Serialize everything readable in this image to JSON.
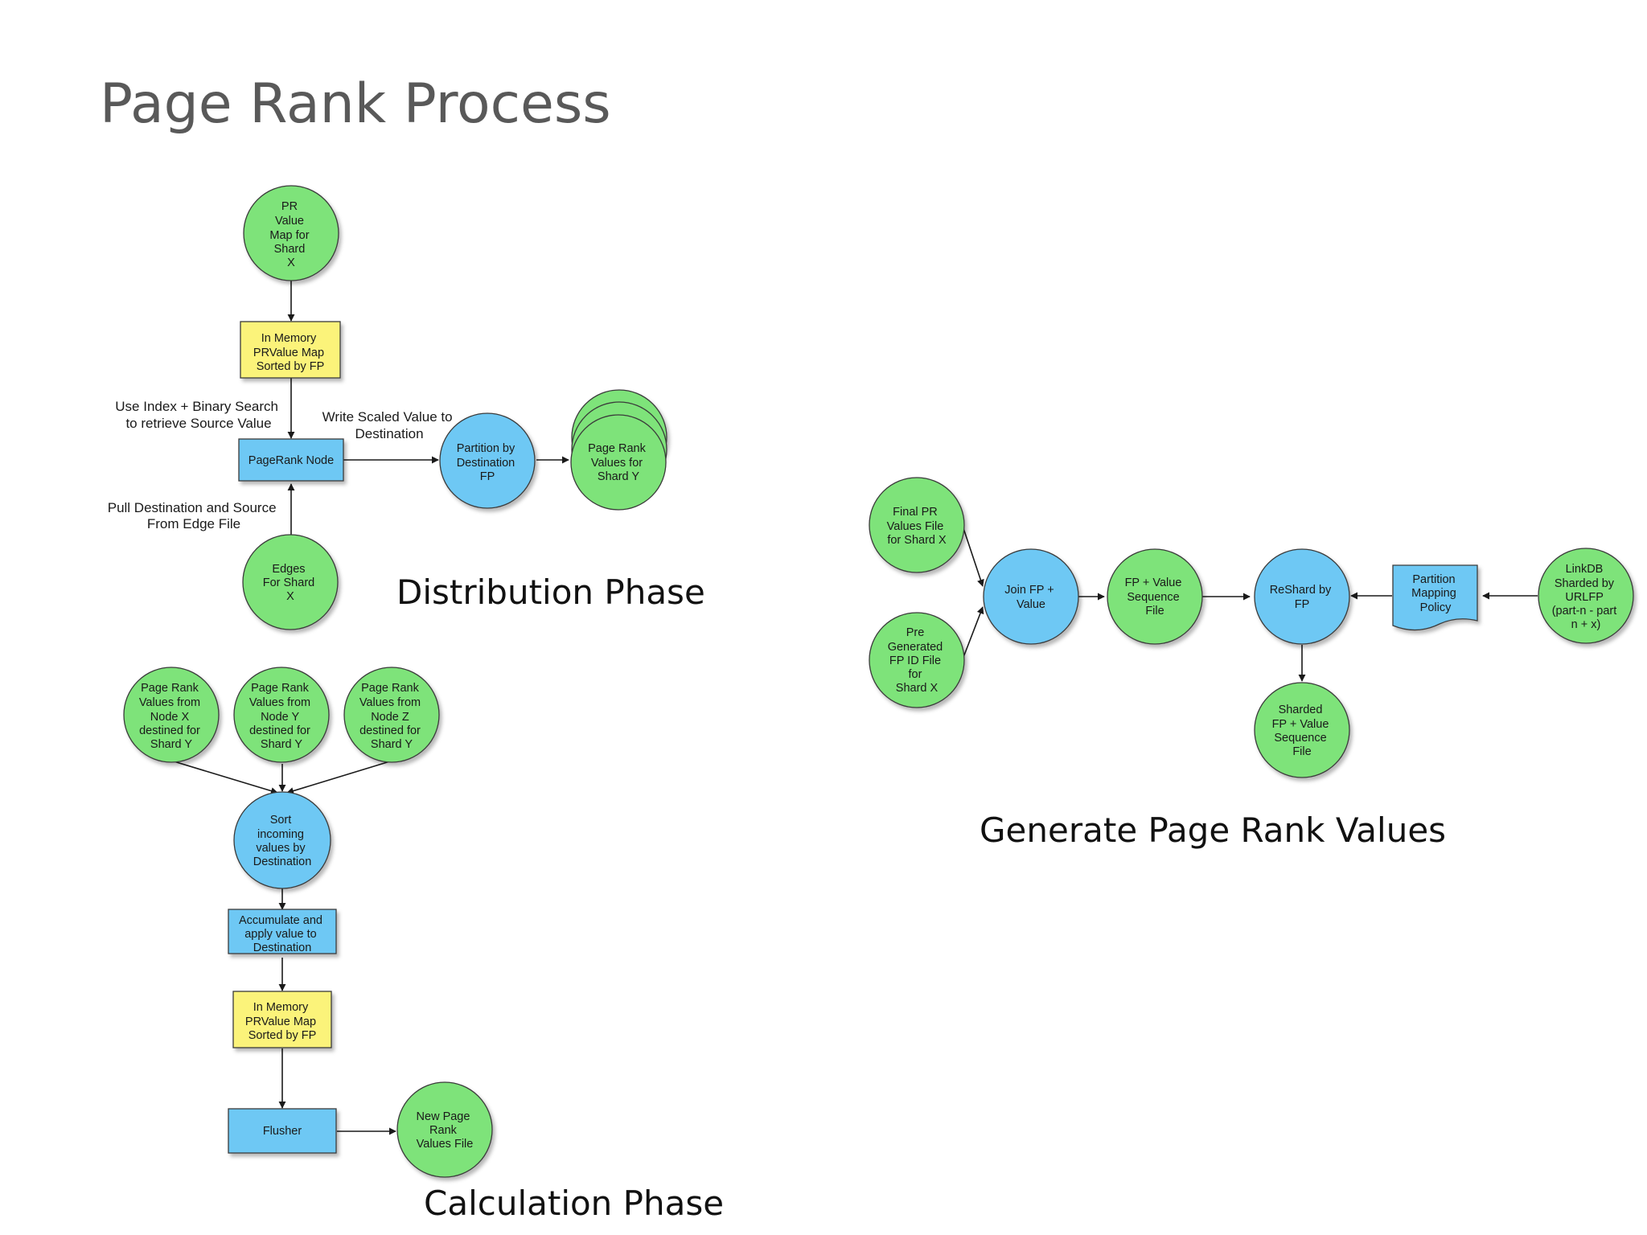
{
  "title": "Page Rank Process",
  "phases": {
    "distribution": "Distribution Phase",
    "calculation": "Calculation Phase",
    "generate": "Generate Page Rank Values"
  },
  "colors": {
    "green": "#7ee37a",
    "blue": "#6ec8f4",
    "yellow": "#fbf37a",
    "stroke": "#3a3a3a"
  },
  "nodes": {
    "pr_value_map": [
      "PR",
      "Value",
      "Map for",
      "Shard",
      "X"
    ],
    "inmem_map_1": [
      "In Memory",
      "PRValue Map",
      "Sorted by FP"
    ],
    "pagerank_node": [
      "PageRank Node"
    ],
    "partition_dest": [
      "Partition by",
      "Destination",
      "FP"
    ],
    "pr_values_shard_y": [
      "Page Rank",
      "Values for",
      "Shard Y"
    ],
    "edges_shard_x": [
      "Edges",
      "For Shard",
      "X"
    ],
    "pr_from_x": [
      "Page Rank",
      "Values from",
      "Node X",
      "destined for",
      "Shard Y"
    ],
    "pr_from_y": [
      "Page Rank",
      "Values from",
      "Node Y",
      "destined for",
      "Shard Y"
    ],
    "pr_from_z": [
      "Page Rank",
      "Values from",
      "Node Z",
      "destined for",
      "Shard Y"
    ],
    "sort_incoming": [
      "Sort",
      "incoming",
      "values by",
      "Destination"
    ],
    "accumulate": [
      "Accumulate and",
      "apply value to",
      "Destination"
    ],
    "inmem_map_2": [
      "In Memory",
      "PRValue Map",
      "Sorted by FP"
    ],
    "flusher": [
      "Flusher"
    ],
    "new_pr_file": [
      "New Page",
      "Rank",
      "Values File"
    ],
    "final_pr_file": [
      "Final PR",
      "Values File",
      "for Shard X"
    ],
    "pre_generated": [
      "Pre",
      "Generated",
      "FP ID File",
      "for",
      "Shard X"
    ],
    "join_fp": [
      "Join FP +",
      "Value"
    ],
    "fp_value_seq": [
      "FP + Value",
      "Sequence",
      "File"
    ],
    "reshard": [
      "ReShard by",
      "FP"
    ],
    "partition_mapping": [
      "Partition",
      "Mapping",
      "Policy"
    ],
    "linkdb": [
      "LinkDB",
      "Sharded by",
      "URLFP",
      "(part-n - part",
      "n + x)"
    ],
    "sharded_fp_value": [
      "Sharded",
      "FP + Value",
      "Sequence",
      "File"
    ]
  },
  "edge_labels": {
    "binary_search": [
      "Use Index + Binary Search",
      "to retrieve Source Value"
    ],
    "write_scaled": [
      "Write Scaled Value to",
      "Destination"
    ],
    "pull_dest": [
      "Pull Destination and Source",
      "From Edge File"
    ]
  }
}
